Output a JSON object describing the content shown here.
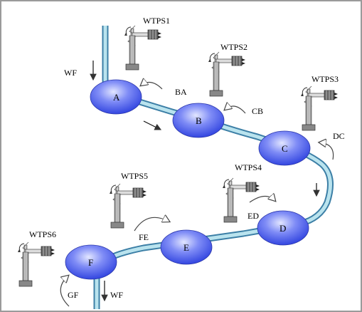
{
  "diagram": {
    "nodes": [
      {
        "id": "A",
        "label": "A"
      },
      {
        "id": "B",
        "label": "B"
      },
      {
        "id": "C",
        "label": "C"
      },
      {
        "id": "D",
        "label": "D"
      },
      {
        "id": "E",
        "label": "E"
      },
      {
        "id": "F",
        "label": "F"
      }
    ],
    "stations": [
      "WTPS1",
      "WTPS2",
      "WTPS3",
      "WTPS4",
      "WTPS5",
      "WTPS6"
    ],
    "exchanges": [
      "BA",
      "CB",
      "DC",
      "ED",
      "FE",
      "GF"
    ],
    "flow_labels": {
      "inlet": "WF",
      "outlet": "WF"
    },
    "colors": {
      "node_fill": "#5b6ef0",
      "pipe": "#a7d7e6",
      "pipe_edge": "#3c7fa6"
    }
  }
}
